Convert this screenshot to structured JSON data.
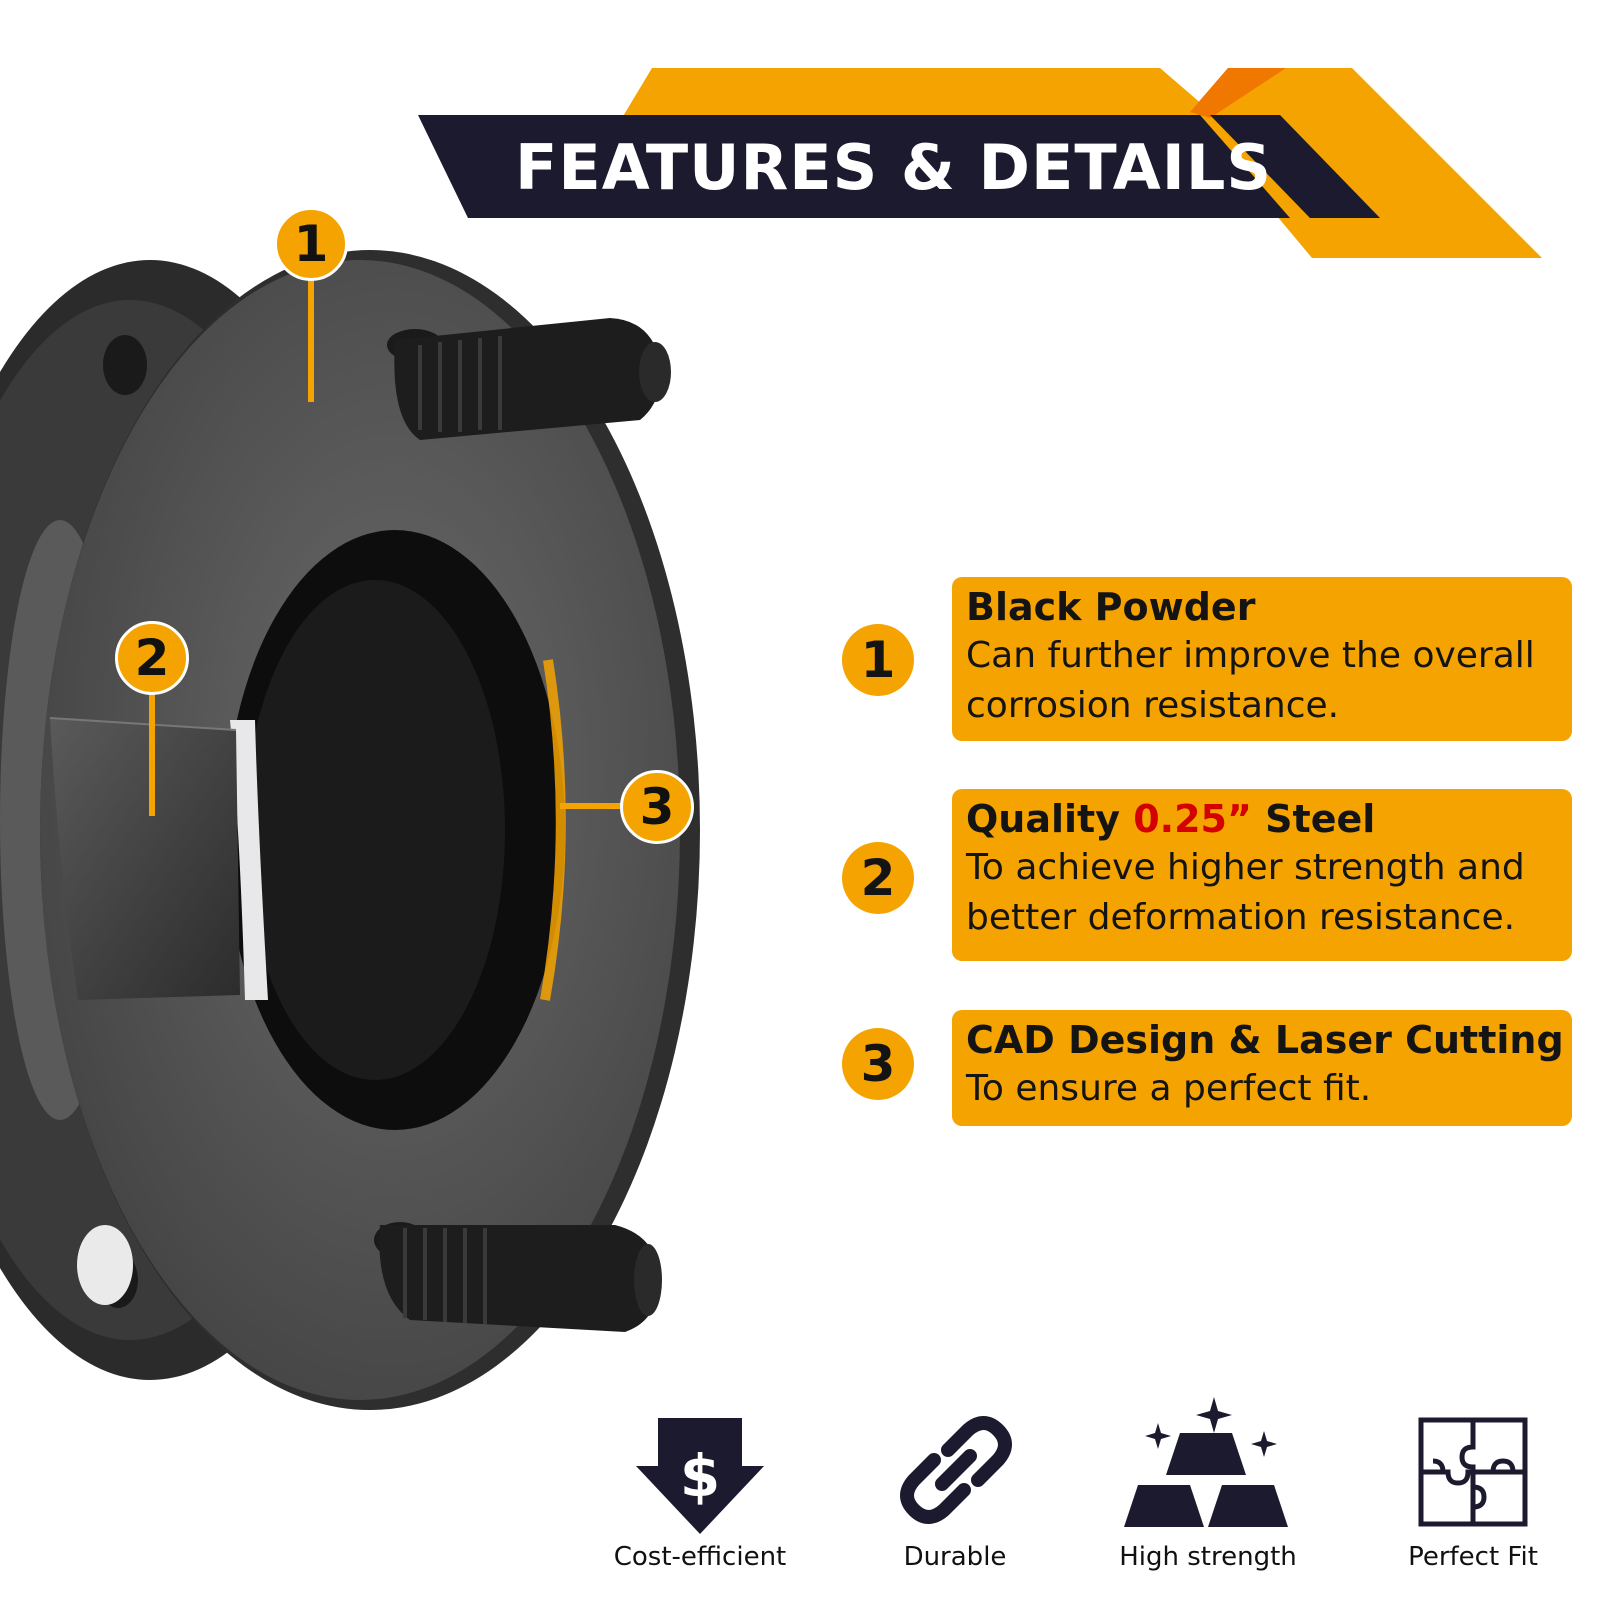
{
  "banner": {
    "title": "FEATURES & DETAILS"
  },
  "colors": {
    "accent": "#f4a300",
    "dark": "#1c1a2e",
    "highlight": "#d40000",
    "text": "#141414"
  },
  "markers": [
    {
      "label": "1"
    },
    {
      "label": "2"
    },
    {
      "label": "3"
    }
  ],
  "features": [
    {
      "number": "1",
      "title": "Black Powder",
      "desc_lines": [
        "Can further improve the overall",
        "corrosion resistance."
      ]
    },
    {
      "number": "2",
      "title_prefix": "Quality ",
      "title_accent": "0.25”",
      "title_suffix": " Steel",
      "desc_lines": [
        "To achieve higher strength and",
        "better deformation resistance."
      ]
    },
    {
      "number": "3",
      "title": "CAD Design & Laser Cutting",
      "desc_lines": [
        "To ensure a perfect fit."
      ]
    }
  ],
  "badges": [
    {
      "icon": "dollar-arrow-icon",
      "label": "Cost-efficient"
    },
    {
      "icon": "chain-link-icon",
      "label": "Durable"
    },
    {
      "icon": "gold-bars-icon",
      "label": "High strength"
    },
    {
      "icon": "puzzle-icon",
      "label": "Perfect Fit"
    }
  ]
}
